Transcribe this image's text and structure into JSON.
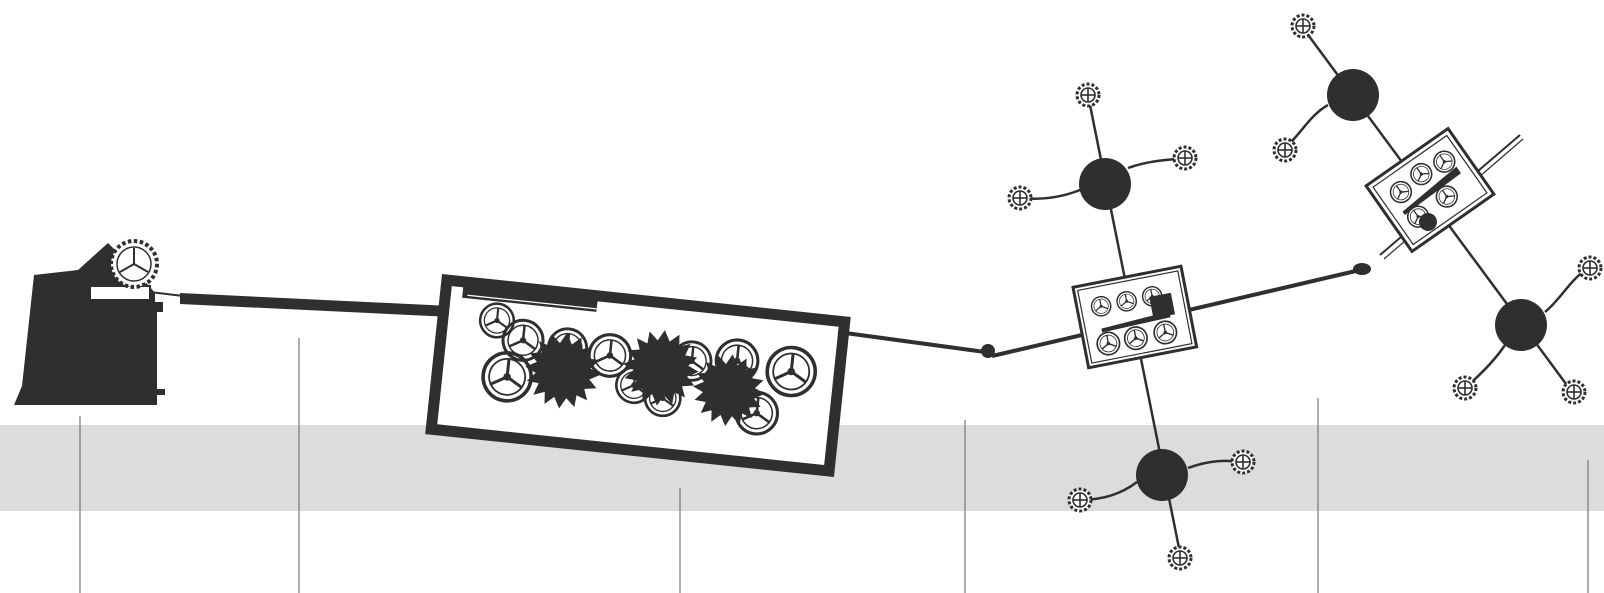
{
  "colors": {
    "background": "#ffffff",
    "band": "#dcdcdc",
    "ink": "#2f2f2f",
    "tick": "#777777"
  },
  "elements": [
    "hand-crank-machine-icon",
    "drive-rod",
    "gearbox-frame",
    "rotor-assembly-1",
    "rotor-assembly-2"
  ]
}
